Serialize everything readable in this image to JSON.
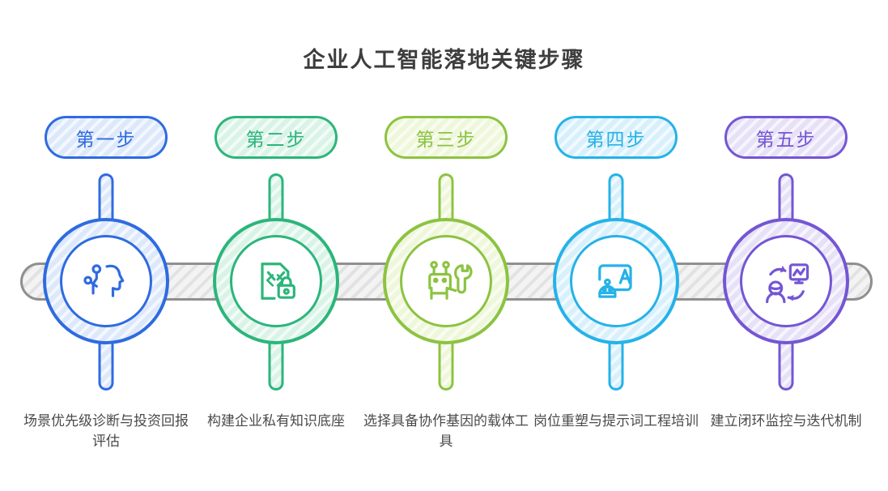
{
  "title": "企业人工智能落地关键步骤",
  "palette": {
    "title_text": "#3d3d3d",
    "description_text": "#4a4a4a",
    "track_fill": "#f3f3f3",
    "track_border": "#8f8f8f"
  },
  "steps": [
    {
      "label": "第一步",
      "description": "场景优先级诊断与投资回报评估",
      "icon": "ai-head-icon",
      "color": "#2f6be0",
      "fill": "#dde9fb"
    },
    {
      "label": "第二步",
      "description": "构建企业私有知识底座",
      "icon": "knowledge-document-lock-icon",
      "color": "#2cb57b",
      "fill": "#d9f3e7"
    },
    {
      "label": "第三步",
      "description": "选择具备协作基因的载体工具",
      "icon": "robot-wrench-icon",
      "color": "#8cc341",
      "fill": "#eff7da"
    },
    {
      "label": "第四步",
      "description": "岗位重塑与提示词工程培训",
      "icon": "training-board-icon",
      "color": "#25b2e8",
      "fill": "#d8f0fb"
    },
    {
      "label": "第五步",
      "description": "建立闭环监控与迭代机制",
      "icon": "monitor-iteration-icon",
      "color": "#7456d4",
      "fill": "#e6e1f7"
    }
  ]
}
